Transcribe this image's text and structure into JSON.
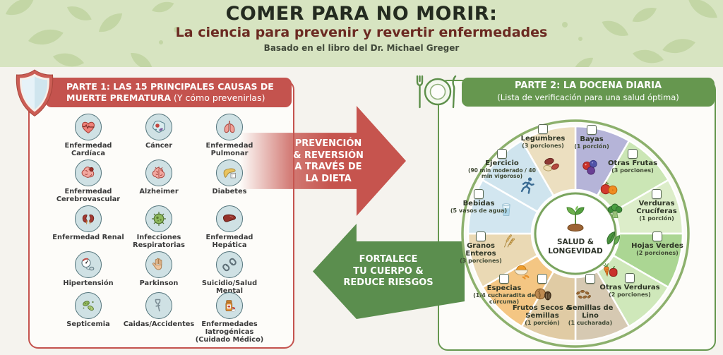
{
  "header": {
    "title": "COMER PARA NO MORIR:",
    "subtitle": "La ciencia para prevenir y revertir enfermedades",
    "byline": "Basado en el libro del Dr. Michael Greger"
  },
  "part1": {
    "accent": "#c4534e",
    "circle_bg": "#cfe1e4",
    "title_line1": "PARTE 1: LAS 15 PRINCIPALES CAUSAS DE",
    "title_line2_bold": "MUERTE PREMATURA",
    "title_line2_rest": " (Y cómo prevenirlas)",
    "items": [
      {
        "label": "Enfermedad Cardíaca",
        "icon": "heart-ekg-icon"
      },
      {
        "label": "Cáncer",
        "icon": "cancer-cell-icon"
      },
      {
        "label": "Enfermedad Pulmonar",
        "icon": "lungs-icon"
      },
      {
        "label": "Enfermedad Cerebrovascular",
        "icon": "brain-clot-icon"
      },
      {
        "label": "Alzheimer",
        "icon": "brain-icon"
      },
      {
        "label": "Diabetes",
        "icon": "pancreas-icon"
      },
      {
        "label": "Enfermedad Renal",
        "icon": "kidneys-icon"
      },
      {
        "label": "Infecciones Respiratorias",
        "icon": "virus-icon"
      },
      {
        "label": "Enfermedad Hepática",
        "icon": "liver-icon"
      },
      {
        "label": "Hipertensión",
        "icon": "blood-pressure-icon"
      },
      {
        "label": "Parkinson",
        "icon": "hand-icon"
      },
      {
        "label": "Suicidio/Salud Mental",
        "icon": "broken-chain-icon"
      },
      {
        "label": "Septicemia",
        "icon": "bacteria-icon"
      },
      {
        "label": "Caidas/Accidentes",
        "icon": "crutch-icon"
      },
      {
        "label": "Enfermedades Iatrogénicas (Cuidado Médico)",
        "icon": "pill-bottle-icon"
      }
    ]
  },
  "arrows": {
    "right": {
      "color": "#c6544e",
      "lines": [
        "PREVENCIÓN",
        "& REVERSIÓN",
        "A TRAVÉS DE",
        "LA DIETA"
      ]
    },
    "left": {
      "color": "#5b8e4e",
      "lines": [
        "FORTALECE",
        "TU CUERPO &",
        "REDUCE RIESGOS"
      ]
    }
  },
  "part2": {
    "accent": "#66974f",
    "title_line1": "PARTE 2: LA DOCENA DIARIA",
    "title_line2": "(Lista de verificación para una salud óptima)",
    "center": {
      "line1": "SALUD &",
      "line2": "LONGEVIDAD"
    },
    "segments": [
      {
        "slug": "bayas",
        "label": "Bayas",
        "portion": "(1 porción)",
        "color": "#b5b4d8",
        "icon": "berries-icon",
        "checked": false
      },
      {
        "slug": "otras-frutas",
        "label": "Otras Frutas",
        "portion": "(3 porciones)",
        "color": "#cbe6b5",
        "icon": "fruits-icon",
        "checked": false
      },
      {
        "slug": "verduras-cruciferas",
        "label": "Verduras Crucíferas",
        "portion": "(1 porción)",
        "color": "#dcedc9",
        "icon": "broccoli-icon",
        "checked": false
      },
      {
        "slug": "hojas-verdes",
        "label": "Hojas Verdes",
        "portion": "(2 porciones)",
        "color": "#abd693",
        "icon": "leafy-greens-icon",
        "checked": false
      },
      {
        "slug": "otras-verduras",
        "label": "Otras Verduras",
        "portion": "(2 porciones)",
        "color": "#cfe8ba",
        "icon": "carrot-pepper-icon",
        "checked": false
      },
      {
        "slug": "semillas-de-lino",
        "label": "Semillas de Lino",
        "portion": "(1 cucharada)",
        "color": "#d6c9b2",
        "icon": "flaxseed-icon",
        "checked": false
      },
      {
        "slug": "frutos-secos",
        "label": "Frutos Secos & Semillas",
        "portion": "(1 porción)",
        "color": "#e0cba4",
        "icon": "nuts-icon",
        "checked": false
      },
      {
        "slug": "especias",
        "label": "Especias",
        "portion": "(1/4 cucharadita de cúrcuma)",
        "color": "#f4c683",
        "icon": "spice-bowl-icon",
        "checked": false
      },
      {
        "slug": "granos-enteros",
        "label": "Granos Enteros",
        "portion": "(3 porciones)",
        "color": "#ead9b4",
        "icon": "wheat-icon",
        "checked": false
      },
      {
        "slug": "bebidas",
        "label": "Bebidas",
        "portion": "(5 vasos de agua)",
        "color": "#d2e6f0",
        "icon": "water-glass-icon",
        "checked": false
      },
      {
        "slug": "ejercicio",
        "label": "Ejercicio",
        "portion": "(90 min moderado / 40 min vigoroso)",
        "color": "#cfe4ee",
        "icon": "runner-icon",
        "checked": false
      },
      {
        "slug": "legumbres",
        "label": "Legumbres",
        "portion": "(3 porciones)",
        "color": "#ecdfc0",
        "icon": "beans-icon",
        "checked": false
      }
    ]
  }
}
